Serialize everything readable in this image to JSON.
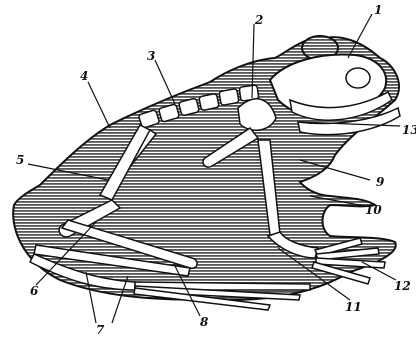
{
  "figure": {
    "callouts": [
      {
        "number": "1"
      },
      {
        "number": "2"
      },
      {
        "number": "3"
      },
      {
        "number": "4"
      },
      {
        "number": "5"
      },
      {
        "number": "6"
      },
      {
        "number": "7"
      },
      {
        "number": "8"
      },
      {
        "number": "9"
      },
      {
        "number": "10"
      },
      {
        "number": "11"
      },
      {
        "number": "12"
      },
      {
        "number": "13"
      }
    ]
  },
  "colors": {
    "ink": "#111111",
    "body_fill": "#7a7a7a",
    "bone": "#ffffff",
    "paper": "#ffffff"
  }
}
